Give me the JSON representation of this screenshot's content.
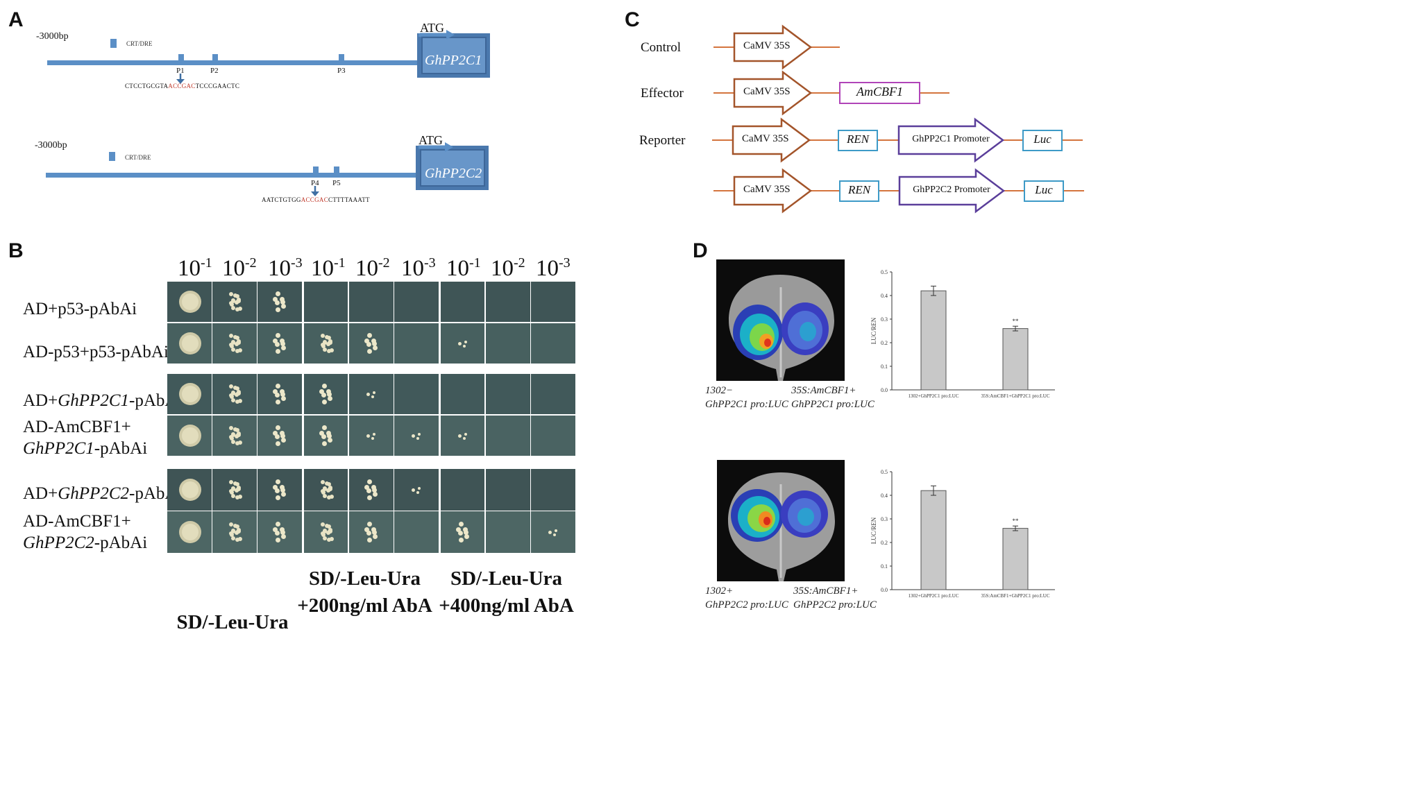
{
  "panels": {
    "A": "A",
    "B": "B",
    "C": "C",
    "D": "D"
  },
  "panel_a": {
    "top": {
      "start_label": "-3000bp",
      "crt_label": "CRT/DRE",
      "atg": "ATG",
      "gene": "GhPP2C1",
      "sites": [
        "P1",
        "P2",
        "P3"
      ],
      "seq_before": "CTCCTGCGTA",
      "seq_motif": "ACCGAC",
      "seq_after": "TCCCGAACTC"
    },
    "bottom": {
      "start_label": "-3000bp",
      "crt_label": "CRT/DRE",
      "atg": "ATG",
      "gene": "GhPP2C2",
      "sites": [
        "P4",
        "P5"
      ],
      "seq_before": "AATCTGTGG",
      "seq_motif": "ACCGAC",
      "seq_after": "CTTTTAAATT"
    },
    "colors": {
      "track": "#5b8fc6",
      "gene_box": "#4a78ad",
      "motif": "#c0392b"
    }
  },
  "panel_b": {
    "dilutions": [
      {
        "base": "10",
        "exp": "-1"
      },
      {
        "base": "10",
        "exp": "-2"
      },
      {
        "base": "10",
        "exp": "-3"
      },
      {
        "base": "10",
        "exp": "-1"
      },
      {
        "base": "10",
        "exp": "-2"
      },
      {
        "base": "10",
        "exp": "-3"
      },
      {
        "base": "10",
        "exp": "-1"
      },
      {
        "base": "10",
        "exp": "-2"
      },
      {
        "base": "10",
        "exp": "-3"
      }
    ],
    "rows": [
      {
        "line1_pre": "AD+p53-pAbAi",
        "line1_it": "",
        "line1_post": "",
        "line2_pre": "",
        "line2_it": "",
        "line2_post": ""
      },
      {
        "line1_pre": "AD-p53+p53-pAbAi",
        "line1_it": "",
        "line1_post": "",
        "line2_pre": "",
        "line2_it": "",
        "line2_post": ""
      },
      {
        "line1_pre": "AD+",
        "line1_it": "GhPP2C1",
        "line1_post": "-pAbAi",
        "line2_pre": "",
        "line2_it": "",
        "line2_post": ""
      },
      {
        "line1_pre": "AD-AmCBF1+",
        "line1_it": "",
        "line1_post": "",
        "line2_pre": "",
        "line2_it": "GhPP2C1",
        "line2_post": "-pAbAi"
      },
      {
        "line1_pre": "AD+",
        "line1_it": "GhPP2C2",
        "line1_post": "-pAbAi",
        "line2_pre": "",
        "line2_it": "",
        "line2_post": ""
      },
      {
        "line1_pre": "AD-AmCBF1+",
        "line1_it": "",
        "line1_post": "",
        "line2_pre": "",
        "line2_it": "GhPP2C2",
        "line2_post": "-pAbAi"
      }
    ],
    "conditions": [
      {
        "line1": "SD/-Leu-Ura",
        "line2": ""
      },
      {
        "line1": "SD/-Leu-Ura",
        "line2": "+200ng/ml AbA"
      },
      {
        "line1": "SD/-Leu-Ura",
        "line2": "+400ng/ml AbA"
      }
    ]
  },
  "panel_c": {
    "row_labels": [
      "Control",
      "Effector",
      "Reporter",
      ""
    ],
    "promoter": "CaMV 35S",
    "effector_gene": "AmCBF1",
    "reporter_rows": [
      {
        "ren": "REN",
        "promoter": "GhPP2C1 Promoter",
        "luc": "Luc"
      },
      {
        "ren": "REN",
        "promoter": "GhPP2C2 Promoter",
        "luc": "Luc"
      }
    ],
    "colors": {
      "line": "#d4743d",
      "arrow": "#a3542a",
      "effector": "#b044b8",
      "ren_luc": "#3d9ac7",
      "promoter": "#5a3e9a"
    }
  },
  "panel_d": {
    "leaf1": {
      "left_caption_1": "1302−",
      "left_caption_2": "GhPP2C1 pro:LUC",
      "right_caption_1": "35S:AmCBF1+",
      "right_caption_2": "GhPP2C1 pro:LUC"
    },
    "leaf2": {
      "left_caption_1": "1302+",
      "left_caption_2": "GhPP2C2 pro:LUC",
      "right_caption_1": "35S:AmCBF1+",
      "right_caption_2": "GhPP2C2 pro:LUC"
    }
  },
  "chart_data": [
    {
      "type": "bar",
      "ylabel": "LUC/REN",
      "ylim": [
        0,
        0.5
      ],
      "yticks": [
        "0.0",
        "0.1",
        "0.2",
        "0.3",
        "0.4",
        "0.5"
      ],
      "categories": [
        "1302+GhPP2C1 pro:LUC",
        "35S:AmCBF1+GhPP2C1 pro:LUC"
      ],
      "values": [
        0.42,
        0.26
      ],
      "errors": [
        0.02,
        0.01
      ],
      "annotations": [
        "",
        "**"
      ]
    },
    {
      "type": "bar",
      "ylabel": "LUC/REN",
      "ylim": [
        0,
        0.5
      ],
      "yticks": [
        "0.0",
        "0.1",
        "0.2",
        "0.3",
        "0.4",
        "0.5"
      ],
      "categories": [
        "1302+GhPP2C1 pro:LUC",
        "35S:AmCBF1+GhPP2C1 pro:LUC"
      ],
      "values": [
        0.42,
        0.26
      ],
      "errors": [
        0.02,
        0.01
      ],
      "annotations": [
        "",
        "**"
      ]
    }
  ]
}
